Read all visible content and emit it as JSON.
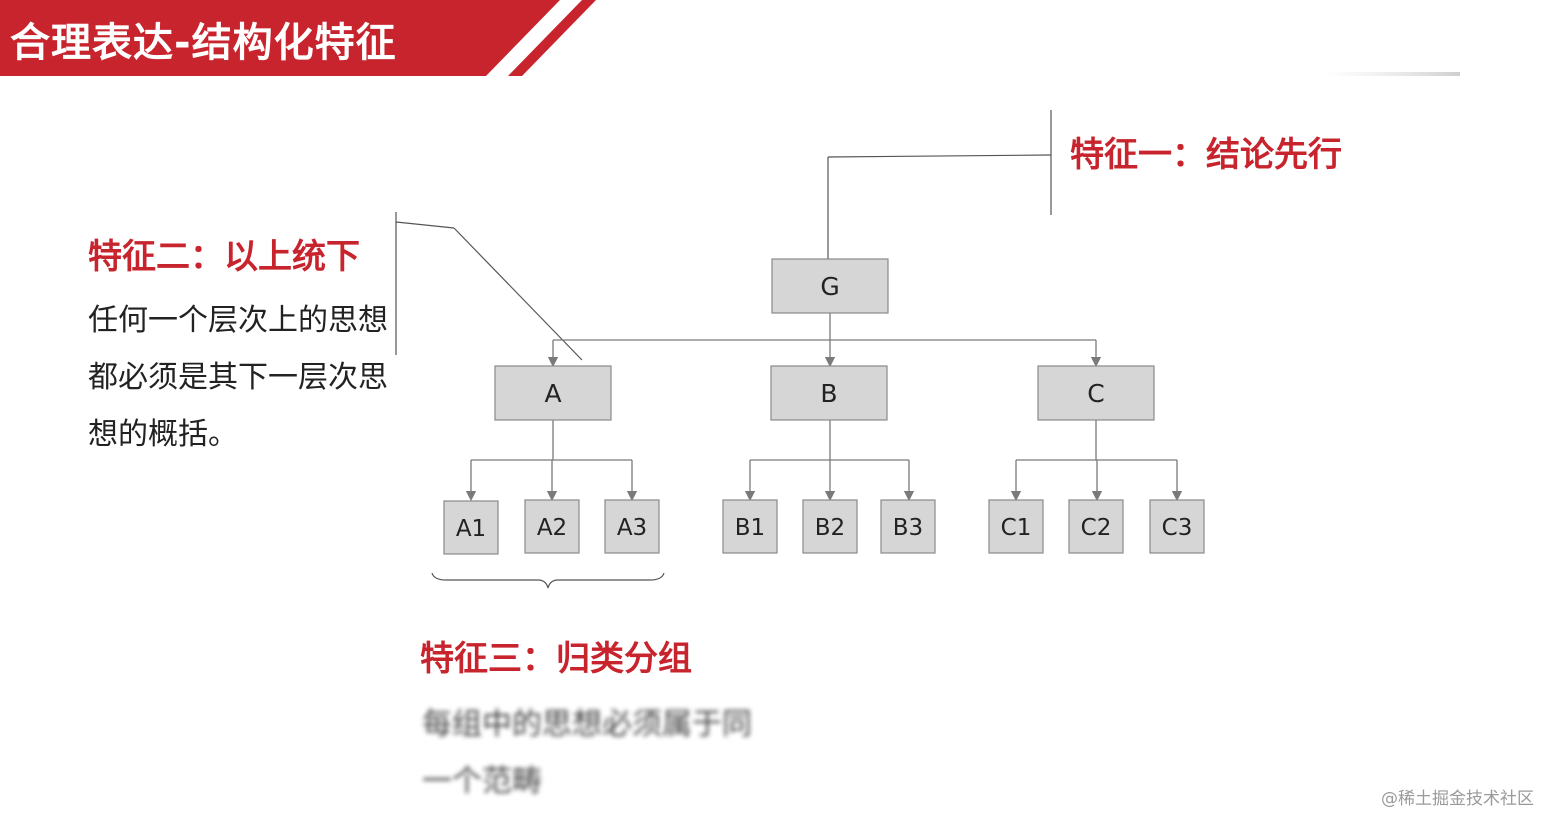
{
  "header": {
    "title": "合理表达-结构化特征",
    "color": "#c8242e"
  },
  "features": {
    "one": {
      "title": "特征一：结论先行"
    },
    "two": {
      "title": "特征二：以上统下",
      "description": "任何一个层次上的思想都必须是其下一层次思想的概括。"
    },
    "three": {
      "title": "特征三：归类分组",
      "description": "每组中的思想必须属于同一个范畴"
    }
  },
  "tree": {
    "root": {
      "id": "G",
      "label": "G"
    },
    "groups": [
      {
        "id": "A",
        "label": "A",
        "children": [
          "A1",
          "A2",
          "A3"
        ]
      },
      {
        "id": "B",
        "label": "B",
        "children": [
          "B1",
          "B2",
          "B3"
        ]
      },
      {
        "id": "C",
        "label": "C",
        "children": [
          "C1",
          "C2",
          "C3"
        ]
      }
    ]
  },
  "watermark": "@稀土掘金技术社区"
}
